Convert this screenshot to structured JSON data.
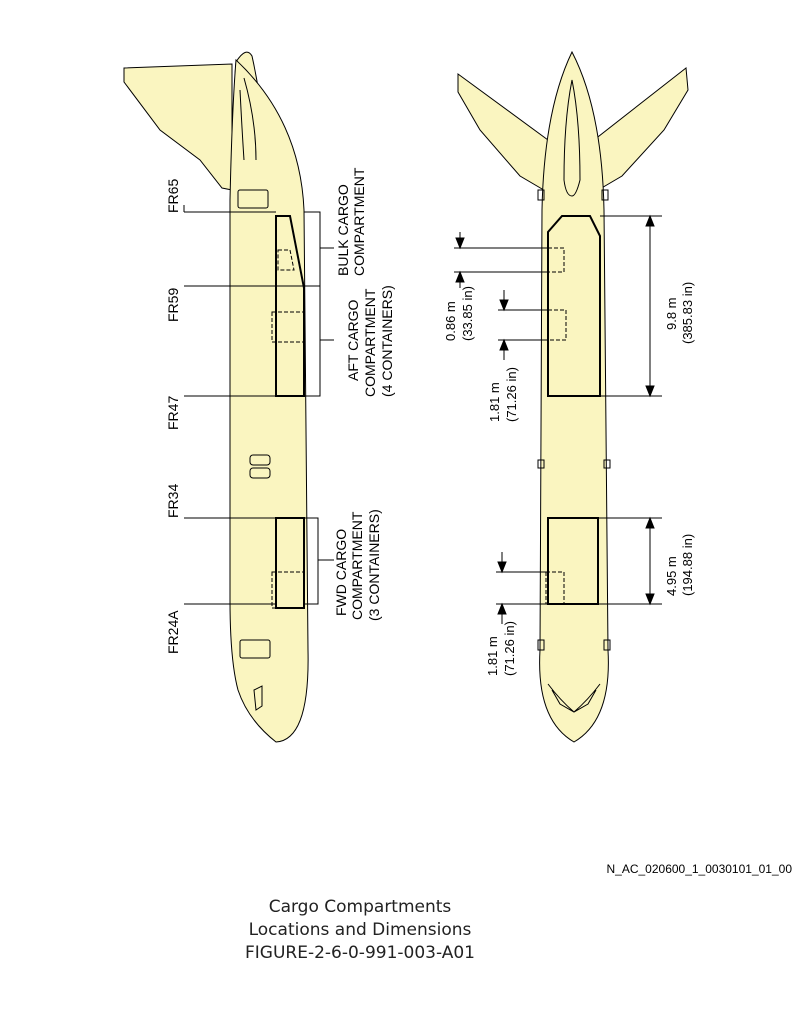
{
  "left_view": {
    "frames": {
      "fr65": "FR65",
      "fr59": "FR59",
      "fr47": "FR47",
      "fr34": "FR34",
      "fr24a": "FR24A"
    },
    "bulk": {
      "line1": "BULK CARGO",
      "line2": "COMPARTMENT"
    },
    "aft": {
      "line1": "AFT CARGO",
      "line2": "COMPARTMENT",
      "line3": "(4 CONTAINERS)"
    },
    "fwd": {
      "line1": "FWD CARGO",
      "line2": "COMPARTMENT",
      "line3": "(3 CONTAINERS)"
    }
  },
  "right_view": {
    "door_aft": {
      "m": "0.86 m",
      "in": "(33.85 in)"
    },
    "door_aft_lower": {
      "m": "1.81 m",
      "in": "(71.26 in)"
    },
    "aft_length": {
      "m": "9.8 m",
      "in": "(385.83 in)"
    },
    "fwd_length": {
      "m": "4.95 m",
      "in": "(194.88 in)"
    },
    "door_fwd": {
      "m": "1.81 m",
      "in": "(71.26 in)"
    }
  },
  "reference_id": "N_AC_020600_1_0030101_01_00",
  "caption": {
    "line1": "Cargo Compartments",
    "line2": "Locations and Dimensions",
    "line3": "FIGURE-2-6-0-991-003-A01"
  },
  "colors": {
    "fuselage": "#faf5c0",
    "stroke": "#000000"
  }
}
